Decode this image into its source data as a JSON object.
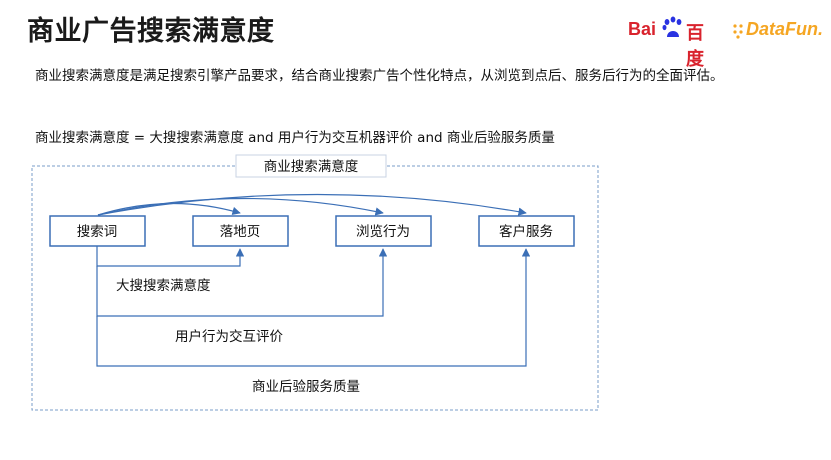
{
  "title": "商业广告搜索满意度",
  "logos": {
    "baidu_part1": "Bai",
    "baidu_part2": "百度",
    "datafun": "DataFun."
  },
  "description": "商业搜索满意度是满足搜索引擎产品要求，结合商业搜索广告个性化特点，从浏览到点后、服务后行为的全面评估。",
  "formula": "商业搜索满意度 = 大搜搜索满意度 and 用户行为交互机器评价 and 商业后验服务质量",
  "diagram": {
    "frame_label": "商业搜索满意度",
    "nodes": [
      "搜索词",
      "落地页",
      "浏览行为",
      "客户服务"
    ],
    "path_labels": [
      "大搜搜索满意度",
      "用户行为交互评价",
      "商业后验服务质量"
    ]
  },
  "colors": {
    "accent_blue": "#3b6fb6",
    "frame_dash": "#7a9cc8",
    "baidu_red": "#d9232d",
    "baidu_blue": "#2932e1",
    "datafun_orange": "#f5a623"
  }
}
